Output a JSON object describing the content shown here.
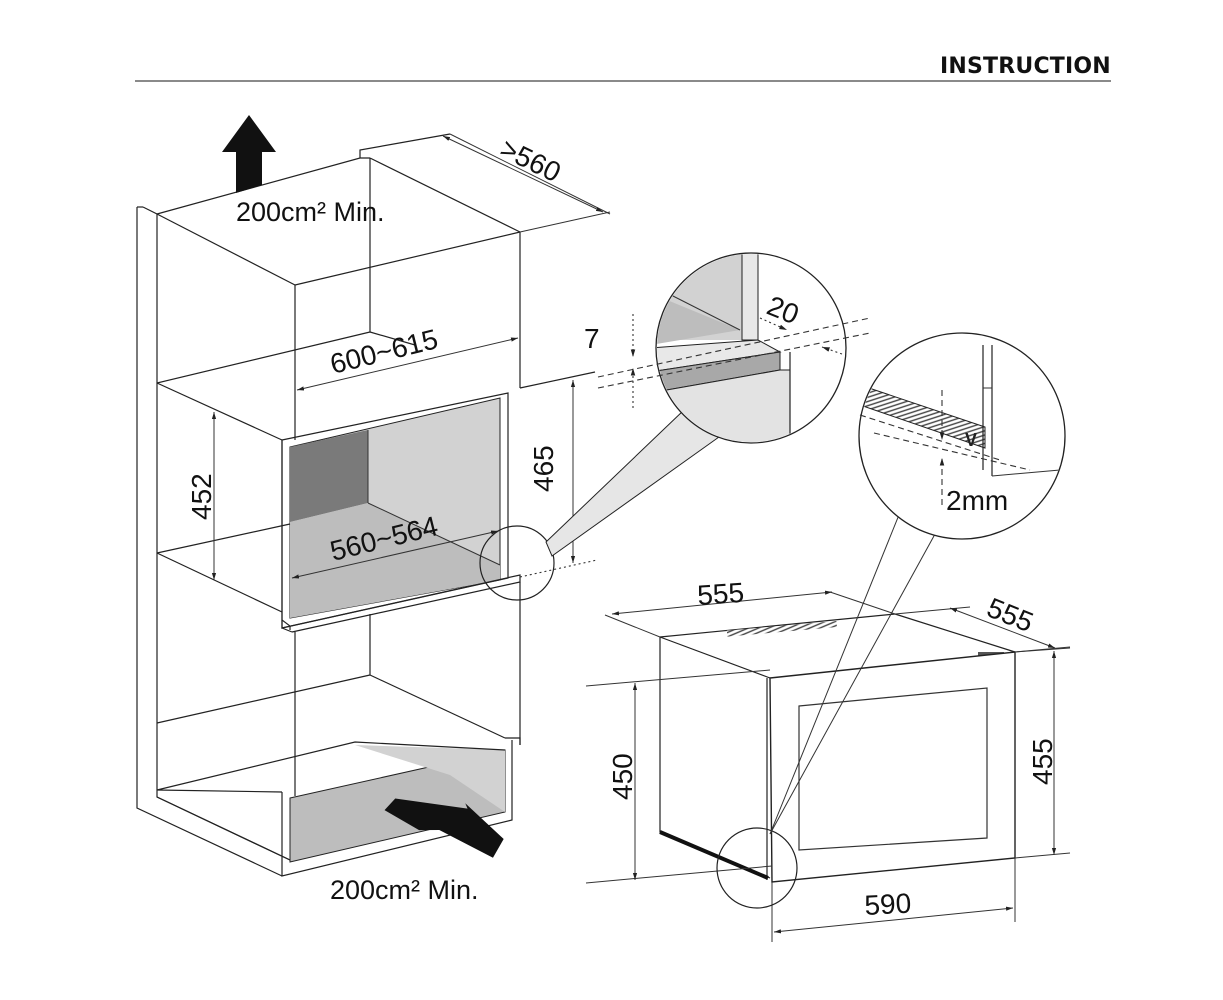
{
  "header": {
    "title": "INSTRUCTION"
  },
  "cabinet_diagram": {
    "top_vent_label": "200cm² Min.",
    "bottom_vent_label": "200cm² Min.",
    "depth_label": ">560",
    "width_label": "600~615",
    "niche_height_label": "452",
    "niche_width_label": "560~564",
    "opening_height_label": "465"
  },
  "detail_circle_1": {
    "gap_label": "7",
    "offset_label": "20"
  },
  "detail_circle_2": {
    "clearance_label": "2mm"
  },
  "appliance_diagram": {
    "body_width_label": "555",
    "body_depth_label": "555",
    "body_height_label": "450",
    "front_height_label": "455",
    "front_width_label": "590"
  },
  "colors": {
    "line": "#222222",
    "dark_fill": "#7a7a7a",
    "mid_fill": "#bdbdbd",
    "light_fill": "#d6d6d6",
    "header_rule": "#8a8a8a"
  }
}
